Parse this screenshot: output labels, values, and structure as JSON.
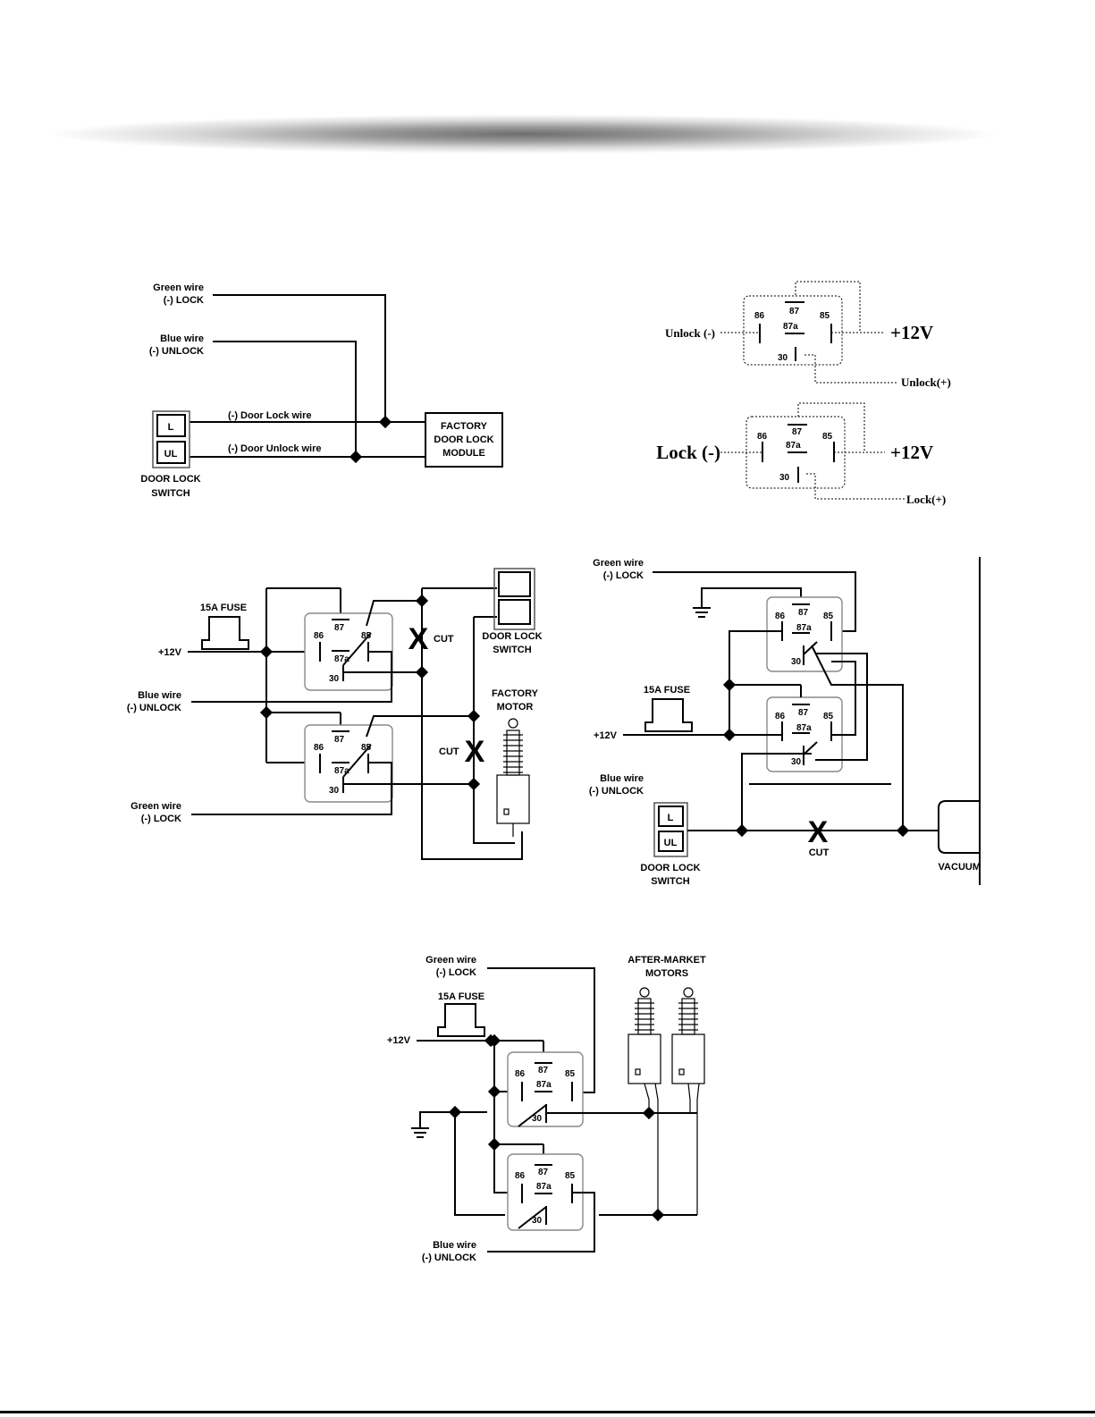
{
  "fig1": {
    "green_wire": "Green wire",
    "green_lock": "(-) LOCK",
    "blue_wire": "Blue wire",
    "blue_unlock": "(-) UNLOCK",
    "door_lock_wire": "(-) Door Lock wire",
    "door_unlock_wire": "(-) Door Unlock wire",
    "switch_l": "L",
    "switch_ul": "UL",
    "switch_label_1": "DOOR LOCK",
    "switch_label_2": "SWITCH",
    "module_1": "FACTORY",
    "module_2": "DOOR LOCK",
    "module_3": "MODULE"
  },
  "fig2": {
    "unlock_neg": "Unlock (-)",
    "lock_neg": "Lock (-)",
    "plus12": "+12V",
    "unlock_pos": "Unlock(+)",
    "lock_pos": "Lock(+)"
  },
  "relay_pins": {
    "p86": "86",
    "p87": "87",
    "p87a": "87a",
    "p85": "85",
    "p30": "30"
  },
  "fig3": {
    "fuse": "15A FUSE",
    "plus12": "+12V",
    "blue_wire": "Blue wire",
    "blue_unlock": "(-) UNLOCK",
    "green_wire": "Green wire",
    "green_lock": "(-) LOCK",
    "cut": "CUT",
    "x": "X",
    "switch_1": "DOOR LOCK",
    "switch_2": "SWITCH",
    "motor_1": "FACTORY",
    "motor_2": "MOTOR"
  },
  "fig4": {
    "green_wire": "Green wire",
    "green_lock": "(-) LOCK",
    "fuse": "15A FUSE",
    "plus12": "+12V",
    "blue_wire": "Blue wire",
    "blue_unlock": "(-) UNLOCK",
    "switch_l": "L",
    "switch_ul": "UL",
    "switch_1": "DOOR LOCK",
    "switch_2": "SWITCH",
    "cut": "CUT",
    "x": "X",
    "vacuum": "VACUUM"
  },
  "fig5": {
    "green_wire": "Green wire",
    "green_lock": "(-) LOCK",
    "fuse": "15A FUSE",
    "plus12": "+12V",
    "motors_1": "AFTER-MARKET",
    "motors_2": "MOTORS",
    "blue_wire": "Blue wire",
    "blue_unlock": "(-) UNLOCK"
  }
}
